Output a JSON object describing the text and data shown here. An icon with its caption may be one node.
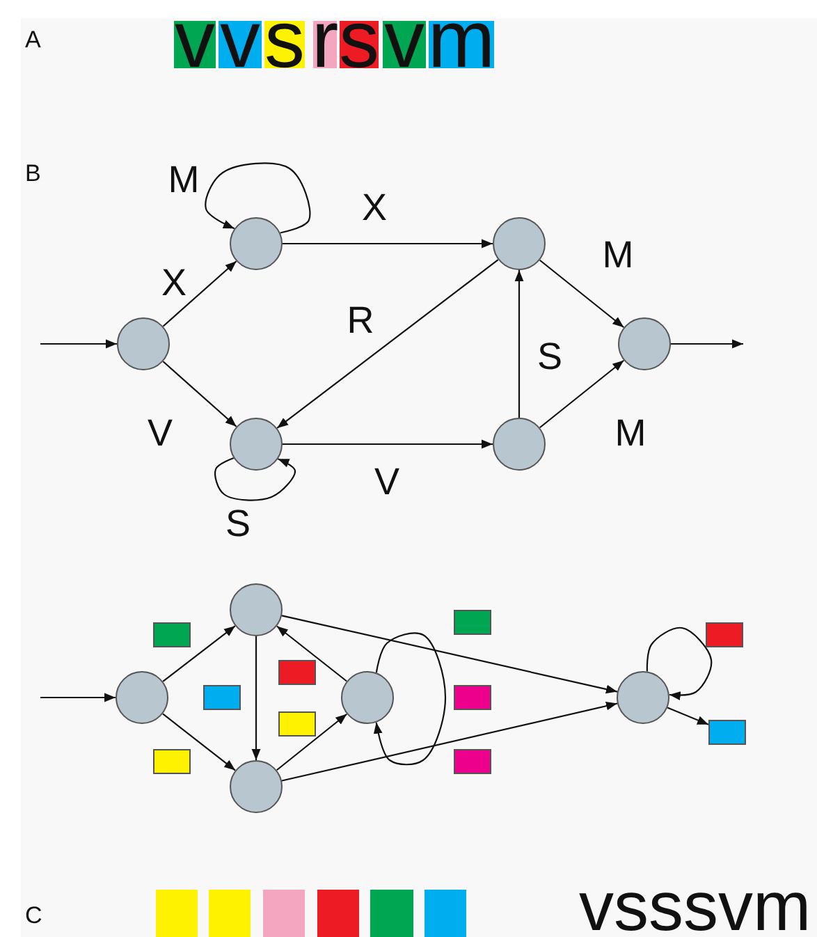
{
  "diagram": {
    "nodes": [
      {
        "text": [
          "v"
        ]
      },
      {
        "text": [
          "v"
        ]
      },
      {
        "text": [
          "s"
        ]
      },
      {
        "text": [
          "r"
        ]
      },
      {
        "text": [
          "s"
        ]
      },
      {
        "text": [
          "v"
        ]
      },
      {
        "text": [
          "m"
        ]
      },
      {
        "text": [],
        "shape": "circle"
      },
      {
        "text": [],
        "shape": "circle"
      },
      {
        "text": [],
        "shape": "circle"
      },
      {
        "text": [],
        "shape": "circle"
      },
      {
        "text": [],
        "shape": "circle"
      },
      {
        "text": [],
        "shape": "circle"
      },
      {
        "text": [],
        "shape": "circle"
      },
      {
        "text": [],
        "shape": "circle"
      },
      {
        "text": [],
        "shape": "circle"
      },
      {
        "text": [],
        "shape": "circle"
      },
      {
        "text": [],
        "shape": "circle"
      },
      {
        "text": [],
        "shape": "box"
      },
      {
        "text": [],
        "shape": "box"
      },
      {
        "text": [],
        "shape": "box"
      },
      {
        "text": [],
        "shape": "box"
      },
      {
        "text": [],
        "shape": "box"
      },
      {
        "text": [],
        "shape": "box"
      },
      {
        "text": [],
        "shape": "box"
      },
      {
        "text": [],
        "shape": "box"
      },
      {
        "text": [],
        "shape": "box"
      },
      {
        "text": [],
        "shape": "box"
      },
      {
        "text": [],
        "shape": "box"
      },
      {
        "text": [],
        "shape": "box"
      },
      {
        "text": [],
        "shape": "box"
      },
      {
        "text": [],
        "shape": "box"
      },
      {
        "text": [],
        "shape": "box"
      },
      {
        "text": [],
        "shape": "box"
      }
    ],
    "edges": [
      {
        "from": null,
        "to": 7,
        "arrow": "to"
      },
      {
        "from": 7,
        "to": 8,
        "arrow": "to",
        "label": "X"
      },
      {
        "from": 8,
        "to": 8,
        "arrow": "to",
        "label": "M"
      },
      {
        "from": 8,
        "to": 9,
        "arrow": "to",
        "label": "X"
      },
      {
        "from": 9,
        "to": 11,
        "arrow": "to",
        "label": "R"
      },
      {
        "from": 9,
        "to": 10,
        "arrow": "to",
        "label": "M"
      },
      {
        "from": 12,
        "to": 9,
        "arrow": "to",
        "label": "S"
      },
      {
        "from": 12,
        "to": 10,
        "arrow": "to",
        "label": "M"
      },
      {
        "from": 7,
        "to": 11,
        "arrow": "to",
        "label": "V"
      },
      {
        "from": 11,
        "to": 11,
        "arrow": "to",
        "label": "S"
      },
      {
        "from": 11,
        "to": 12,
        "arrow": "to",
        "label": "V"
      },
      {
        "from": 10,
        "to": null,
        "arrow": "to"
      },
      {
        "from": null,
        "to": 13,
        "arrow": "to"
      },
      {
        "from": 13,
        "to": 14,
        "arrow": "to"
      },
      {
        "from": 13,
        "to": 15,
        "arrow": "to"
      },
      {
        "from": 14,
        "to": 15,
        "arrow": "to"
      },
      {
        "from": 16,
        "to": 14,
        "arrow": "to"
      },
      {
        "from": 15,
        "to": 16,
        "arrow": "to"
      },
      {
        "from": 14,
        "to": 17,
        "arrow": "to"
      },
      {
        "from": 15,
        "to": 17,
        "arrow": "to"
      },
      {
        "from": 16,
        "to": 16,
        "arrow": "to"
      },
      {
        "from": 17,
        "to": 17,
        "arrow": "to"
      },
      {
        "from": 17,
        "to": 27,
        "arrow": "to"
      }
    ],
    "labels": [
      "A",
      "B",
      "C",
      "vsssvm"
    ]
  }
}
